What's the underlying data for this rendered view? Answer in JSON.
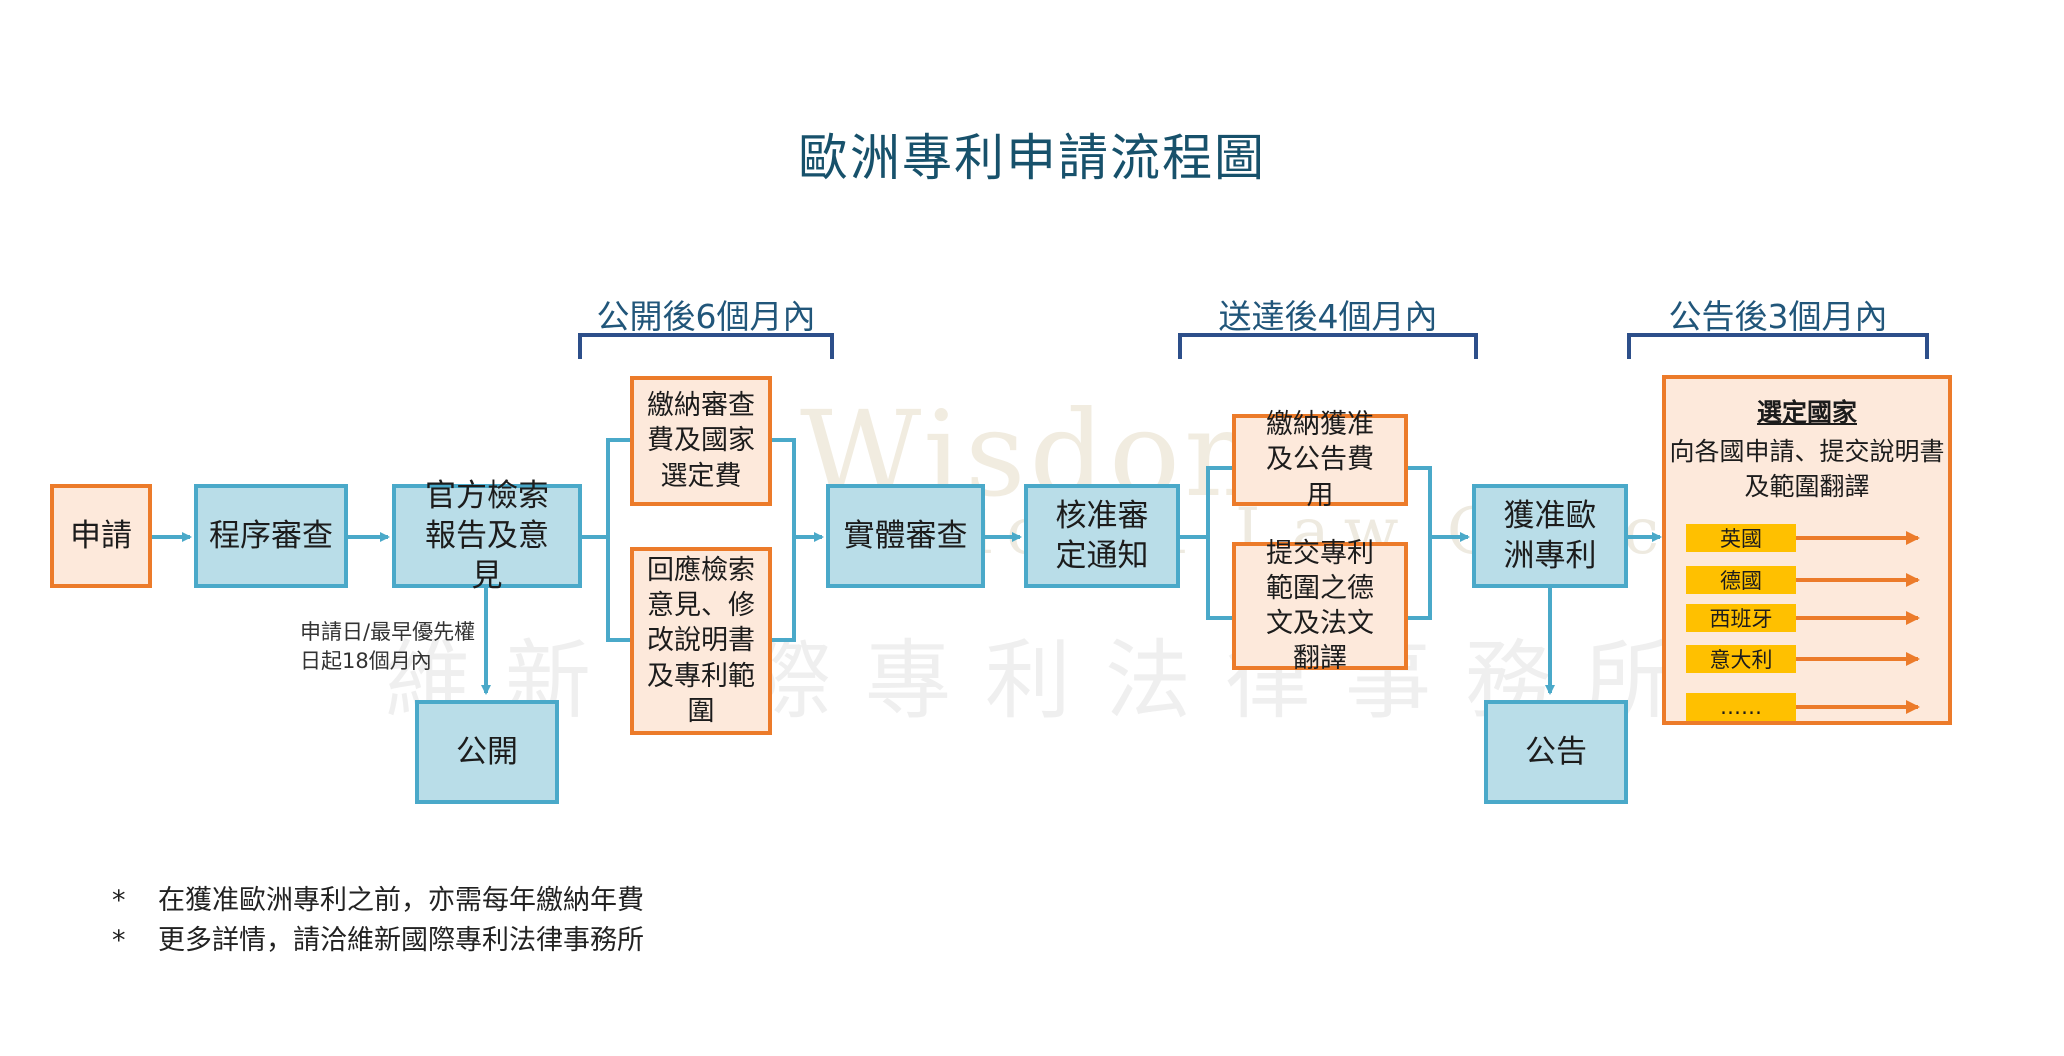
{
  "title": "歐洲專利申請流程圖",
  "watermark": {
    "en_line1": "Wisdom",
    "en_line2": "ational Law Office",
    "zh": "維新國際專利法律事務所"
  },
  "brackets": [
    {
      "label": "公開後6個月內"
    },
    {
      "label": "送達後4個月內"
    },
    {
      "label": "公告後3個月內"
    }
  ],
  "steps": {
    "apply": "申請",
    "formal_exam": "程序審查",
    "search_report": "官方檢索報告及意見",
    "pay_exam_fee": "繳納審查費及國家選定費",
    "respond_search": "回應檢索意見、修改說明書及專利範圍",
    "substantive_exam": "實體審查",
    "grant_notice": "核准審定通知",
    "pay_grant_fee": "繳納獲准及公告費用",
    "submit_translation": "提交專利範圍之德文及法文翻譯",
    "eu_granted": "獲准歐洲專利",
    "publication": "公開",
    "announcement": "公告"
  },
  "publication_note": "申請日/最早優先權日起18個月內",
  "designation_panel": {
    "title": "選定國家",
    "description": "向各國申請、提交說明書及範圍翻譯",
    "countries": [
      "英國",
      "德國",
      "西班牙",
      "意大利",
      "……"
    ]
  },
  "footnotes": [
    {
      "mark": "*",
      "text": "在獲准歐洲專利之前，亦需每年繳納年費"
    },
    {
      "mark": "*",
      "text": "更多詳情，請洽維新國際專利法律事務所"
    }
  ],
  "colors": {
    "blue_fill": "#b9dde8",
    "blue_border": "#4aa9c9",
    "orange_fill": "#fde9db",
    "orange_border": "#ec7b2a",
    "country_fill": "#ffc000",
    "bracket": "#2d4f8a",
    "title": "#17516b"
  }
}
